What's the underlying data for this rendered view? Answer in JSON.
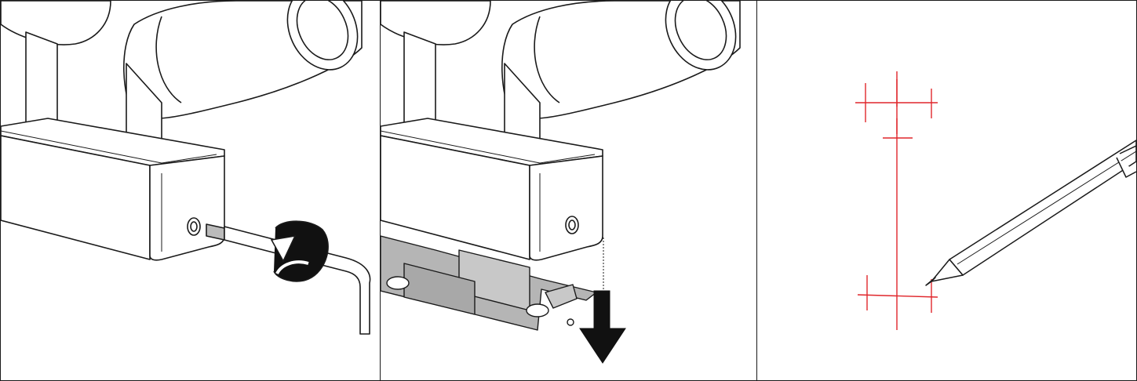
{
  "panels": [
    {
      "name": "step-1-loosen-set-screw"
    },
    {
      "name": "step-2-remove-mounting-bracket"
    },
    {
      "name": "step-3-mark-wall-position"
    }
  ],
  "colors": {
    "line": "#1a1a1a",
    "fill": "#ffffff",
    "bracket": "#b5b5b5",
    "bracket_dark": "#8f8f8f",
    "arrow": "#111111",
    "marking": "#e0262b"
  },
  "icons": [
    "hex-key-icon",
    "rotate-arrow-icon",
    "down-arrow-icon",
    "pencil-icon"
  ]
}
